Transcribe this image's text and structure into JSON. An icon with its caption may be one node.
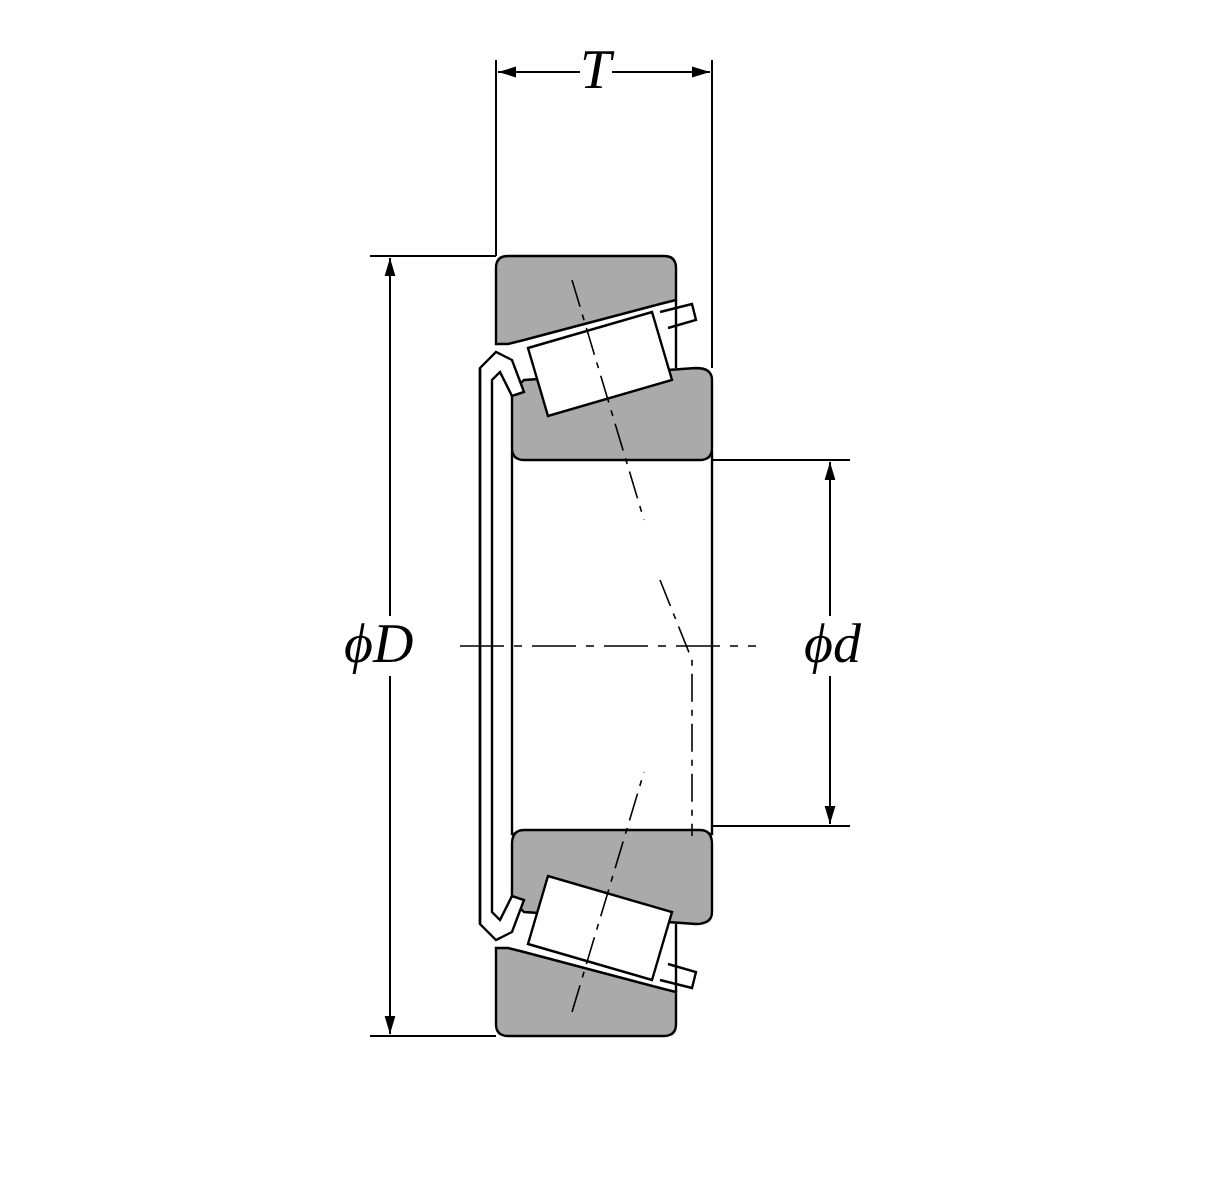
{
  "diagram": {
    "labels": [
      "T",
      "ϕD",
      "ϕd"
    ]
  }
}
